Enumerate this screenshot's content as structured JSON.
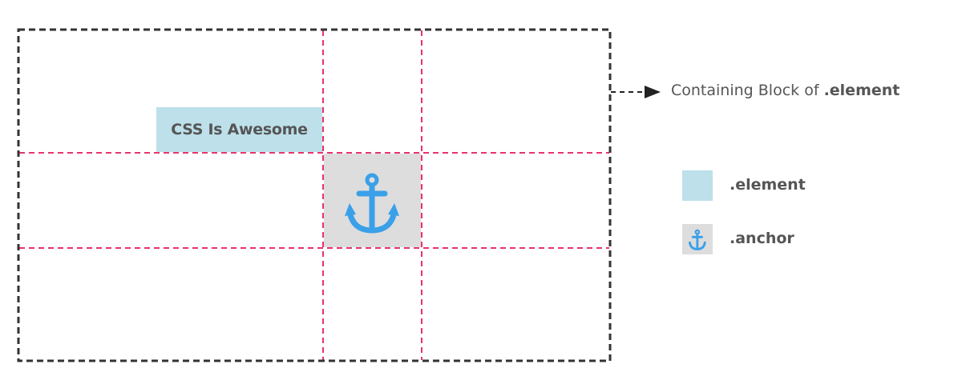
{
  "containing_block": {
    "label_prefix": "Containing Block of ",
    "label_strong": ".element"
  },
  "element": {
    "text": "CSS Is Awesome",
    "color": "#bde0ea"
  },
  "anchor": {
    "icon": "anchor-icon",
    "color": "#dddddd",
    "icon_color": "#3aa0e8"
  },
  "legend": {
    "element_label": ".element",
    "anchor_label": ".anchor"
  },
  "colors": {
    "border": "#333333",
    "grid_lines": "#e8336b",
    "text": "#555555"
  }
}
